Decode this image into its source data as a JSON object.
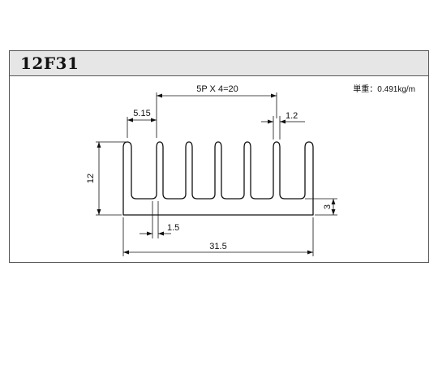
{
  "product": {
    "title": "12F31",
    "weight": "単重：0.491kg/m"
  },
  "dimensions": {
    "pitch": "5P X 4=20",
    "edge_offset": "5.15",
    "fin_thickness": "1.2",
    "height": "12",
    "base_thickness": "3",
    "bottom_fin_width": "1.5",
    "total_width": "31.5"
  },
  "colors": {
    "line": "#111111",
    "header_bg": "#e6e6e6",
    "border": "#555555"
  }
}
